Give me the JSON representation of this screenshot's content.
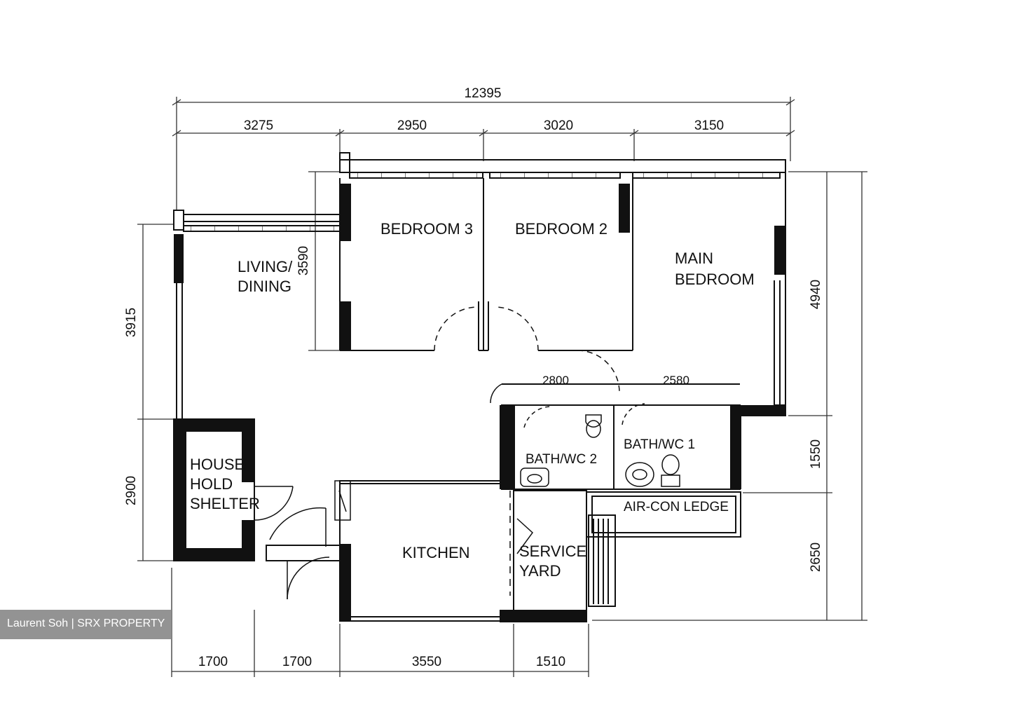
{
  "rooms": {
    "bedroom3": "BEDROOM 3",
    "bedroom2": "BEDROOM 2",
    "main_bedroom_line1": "MAIN",
    "main_bedroom_line2": "BEDROOM",
    "living_line1": "LIVING/",
    "living_line2": "DINING",
    "shelter_line1": "HOUSE-",
    "shelter_line2": "HOLD",
    "shelter_line3": "SHELTER",
    "bath2": "BATH/WC 2",
    "bath1": "BATH/WC 1",
    "kitchen": "KITCHEN",
    "service_line1": "SERVICE",
    "service_line2": "YARD",
    "aircon": "AIR-CON LEDGE"
  },
  "dimensions": {
    "overall_width": "12395",
    "top": [
      "3275",
      "2950",
      "3020",
      "3150"
    ],
    "bottom": [
      "1700",
      "1700",
      "3550",
      "1510"
    ],
    "left": [
      "3915",
      "2900"
    ],
    "right": [
      "4940",
      "1550",
      "2650"
    ],
    "bedroom3_depth": "3590",
    "bath2_width": "2800",
    "bath1_width": "2580"
  },
  "watermark": "Laurent Soh | SRX PROPERTY"
}
